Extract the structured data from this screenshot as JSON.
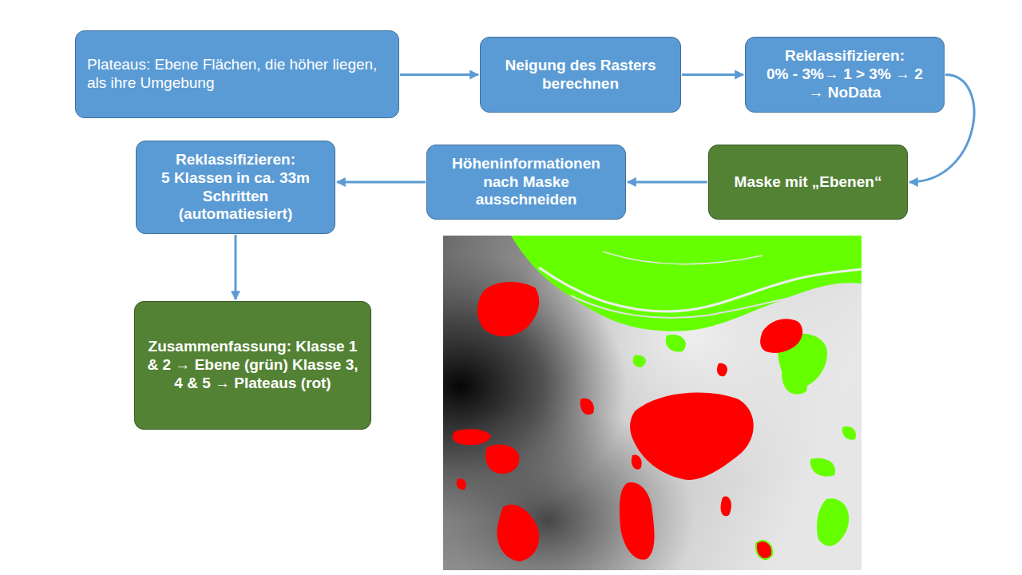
{
  "diagram": {
    "nodes": [
      {
        "text": [
          "Plateaus: Ebene Flächen, die höher liegen, als ihre Umgebung"
        ]
      },
      {
        "text": [
          "Neigung des Rasters berechnen"
        ]
      },
      {
        "text": [
          "Reklassifizieren:",
          "0% - 3%→ 1 > 3% → 2 → NoData"
        ]
      },
      {
        "text": [
          "Maske mit „Ebenen“"
        ]
      },
      {
        "text": [
          "Höheninformationen nach Maske ausschneiden"
        ]
      },
      {
        "text": [
          "Reklassifizieren:",
          "5 Klassen in ca. 33m Schritten (automatiesiert)"
        ]
      },
      {
        "text": [
          "Zusammenfassung: Klasse 1 & 2 → Ebene (grün) Klasse 3, 4 & 5 → Plateaus (rot)"
        ]
      }
    ],
    "edges": [
      {
        "from": 0,
        "to": 1,
        "arrow": "to"
      },
      {
        "from": 1,
        "to": 2,
        "arrow": "to"
      },
      {
        "from": 2,
        "to": 3,
        "arrow": "to"
      },
      {
        "from": 3,
        "to": 4,
        "arrow": "to"
      },
      {
        "from": 4,
        "to": 5,
        "arrow": "to"
      },
      {
        "from": 5,
        "to": 6,
        "arrow": "to"
      }
    ]
  }
}
